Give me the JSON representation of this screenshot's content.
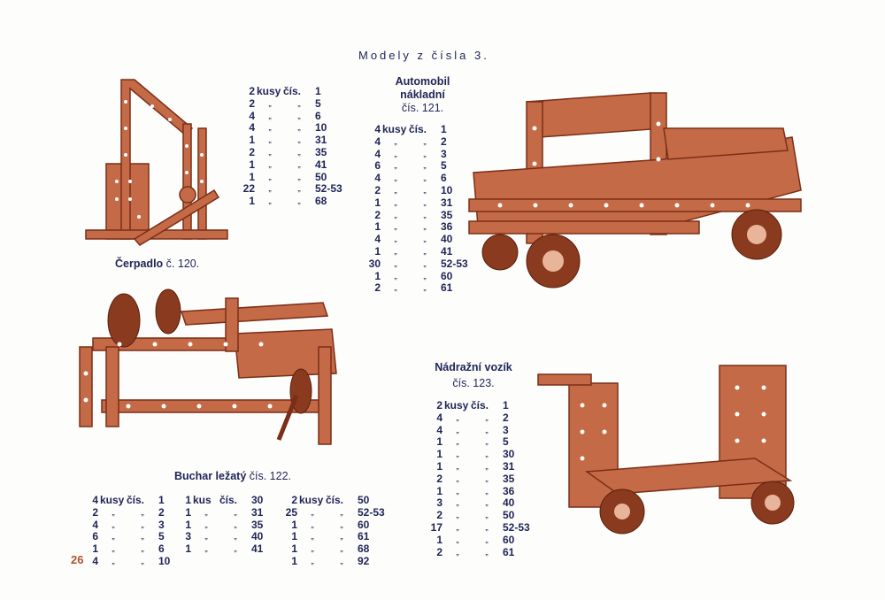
{
  "page_title": "Modely z čísla 3.",
  "page_number": "26",
  "models": {
    "pump": {
      "name": "Čerpadlo",
      "number": "č. 120.",
      "parts": [
        [
          "2",
          "kusy",
          "čís.",
          "1"
        ],
        [
          "2",
          "„",
          "„",
          "5"
        ],
        [
          "4",
          "„",
          "„",
          "6"
        ],
        [
          "4",
          "„",
          "„",
          "10"
        ],
        [
          "1",
          "„",
          "„",
          "31"
        ],
        [
          "2",
          "„",
          "„",
          "35"
        ],
        [
          "1",
          "„",
          "„",
          "41"
        ],
        [
          "1",
          "„",
          "„",
          "50"
        ],
        [
          "22",
          "„",
          "„",
          "52-53"
        ],
        [
          "1",
          "„",
          "„",
          "68"
        ]
      ]
    },
    "truck": {
      "name_line1": "Automobil",
      "name_line2": "nákladní",
      "number": "čís. 121.",
      "parts": [
        [
          "4",
          "kusy",
          "čís.",
          "1"
        ],
        [
          "4",
          "„",
          "„",
          "2"
        ],
        [
          "4",
          "„",
          "„",
          "3"
        ],
        [
          "6",
          "„",
          "„",
          "5"
        ],
        [
          "4",
          "„",
          "„",
          "6"
        ],
        [
          "2",
          "„",
          "„",
          "10"
        ],
        [
          "1",
          "„",
          "„",
          "31"
        ],
        [
          "2",
          "„",
          "„",
          "35"
        ],
        [
          "1",
          "„",
          "„",
          "36"
        ],
        [
          "4",
          "„",
          "„",
          "40"
        ],
        [
          "1",
          "„",
          "„",
          "41"
        ],
        [
          "30",
          "„",
          "„",
          "52-53"
        ],
        [
          "1",
          "„",
          "„",
          "60"
        ],
        [
          "2",
          "„",
          "„",
          "61"
        ]
      ]
    },
    "hammer": {
      "name": "Buchar ležatý",
      "number": "čís. 122.",
      "parts_col1": [
        [
          "4",
          "kusy",
          "čís.",
          "1"
        ],
        [
          "2",
          "„",
          "„",
          "2"
        ],
        [
          "4",
          "„",
          "„",
          "3"
        ],
        [
          "6",
          "„",
          "„",
          "5"
        ],
        [
          "1",
          "„",
          "„",
          "6"
        ],
        [
          "4",
          "„",
          "„",
          "10"
        ]
      ],
      "parts_col2": [
        [
          "1",
          "kus",
          "čís.",
          "30"
        ],
        [
          "1",
          "„",
          "„",
          "31"
        ],
        [
          "1",
          "„",
          "„",
          "35"
        ],
        [
          "3",
          "„",
          "„",
          "40"
        ],
        [
          "1",
          "„",
          "„",
          "41"
        ]
      ],
      "parts_col3": [
        [
          "2",
          "kusy",
          "čís.",
          "50"
        ],
        [
          "25",
          "„",
          "„",
          "52-53"
        ],
        [
          "1",
          "„",
          "„",
          "60"
        ],
        [
          "1",
          "„",
          "„",
          "61"
        ],
        [
          "1",
          "„",
          "„",
          "68"
        ],
        [
          "1",
          "„",
          "„",
          "92"
        ]
      ]
    },
    "wagon": {
      "name": "Nádražní vozík",
      "number": "čís. 123.",
      "parts": [
        [
          "2",
          "kusy",
          "čís.",
          "1"
        ],
        [
          "4",
          "„",
          "„",
          "2"
        ],
        [
          "4",
          "„",
          "„",
          "3"
        ],
        [
          "1",
          "„",
          "„",
          "5"
        ],
        [
          "1",
          "„",
          "„",
          "30"
        ],
        [
          "1",
          "„",
          "„",
          "31"
        ],
        [
          "2",
          "„",
          "„",
          "35"
        ],
        [
          "1",
          "„",
          "„",
          "36"
        ],
        [
          "3",
          "„",
          "„",
          "40"
        ],
        [
          "2",
          "„",
          "„",
          "50"
        ],
        [
          "17",
          "„",
          "„",
          "52-53"
        ],
        [
          "1",
          "„",
          "„",
          "60"
        ],
        [
          "2",
          "„",
          "„",
          "61"
        ]
      ]
    }
  },
  "colors": {
    "text": "#1e2456",
    "illustration": "#b5583a",
    "page_number": "#b0522e"
  }
}
